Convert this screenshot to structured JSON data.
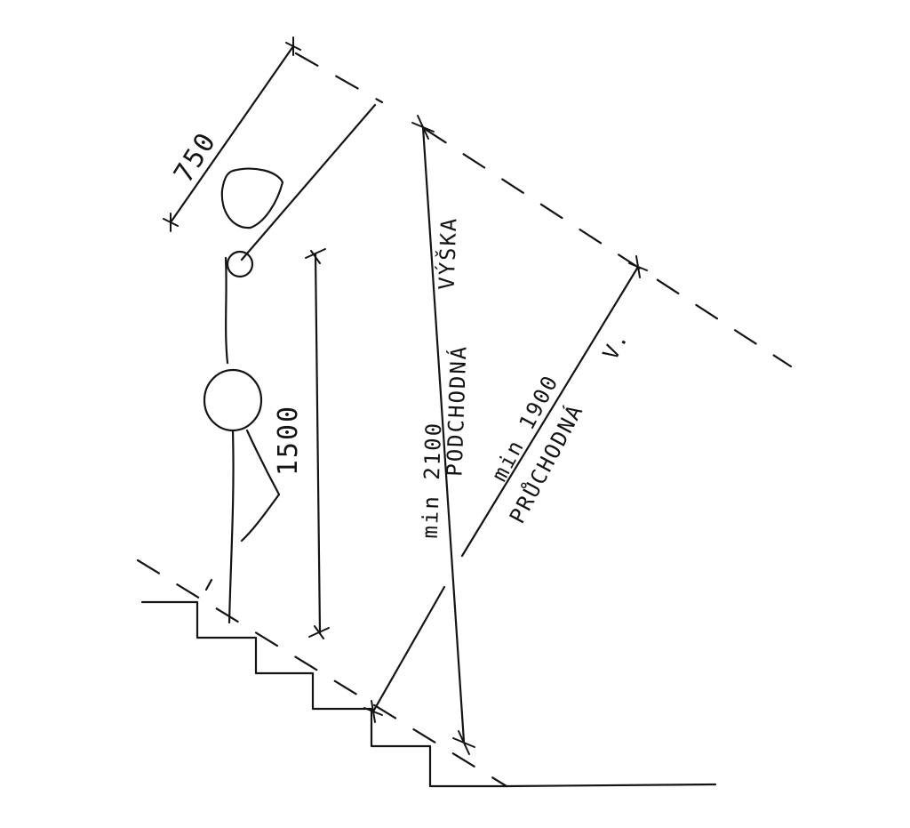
{
  "labels": {
    "dim_750": "750",
    "dim_1500": "1500",
    "clearance_height_line1": "min 2100",
    "clearance_height_line2": "PODCHODNÁ",
    "clearance_height_line3": "VÝŠKA",
    "clearance_passage_line1": "min 1900",
    "clearance_passage_line2": "PRŮCHODNÁ",
    "clearance_passage_line3": "V."
  },
  "colors": {
    "ink": "#141414",
    "paper": "#ffffff"
  }
}
